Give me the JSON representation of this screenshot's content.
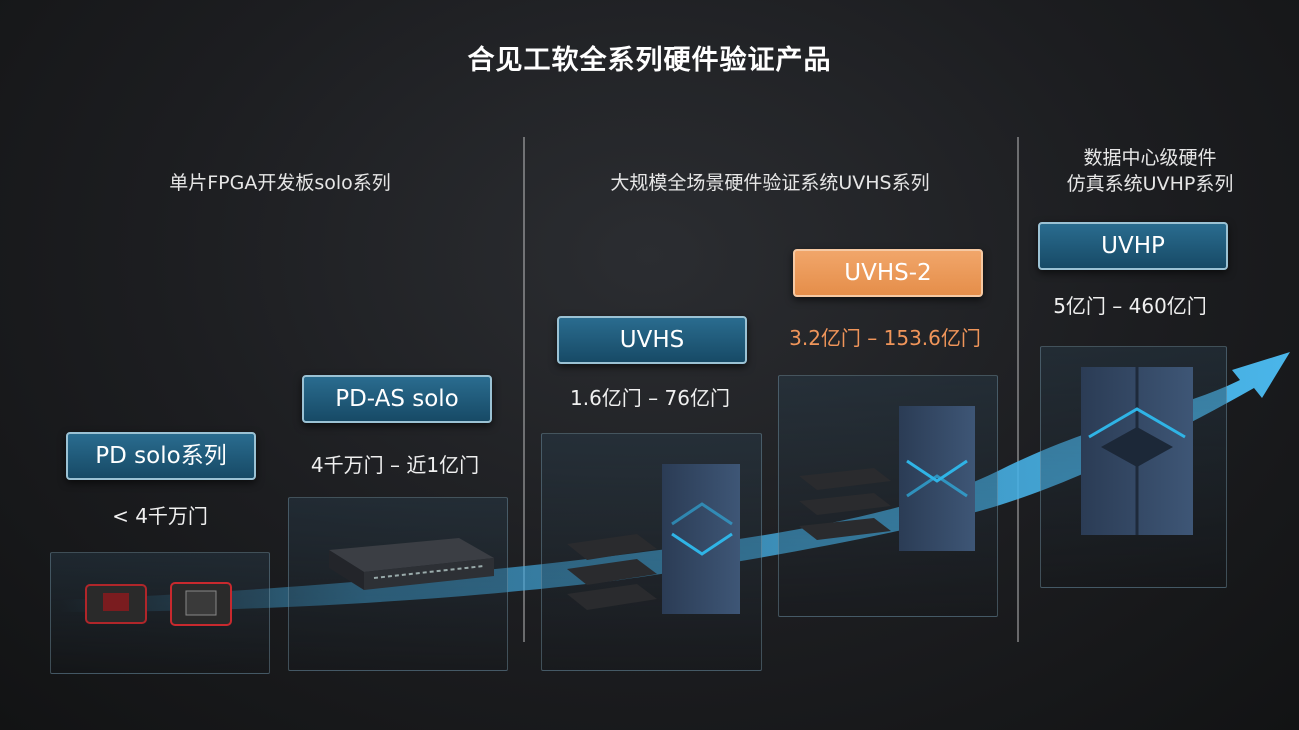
{
  "title": "合见工软全系列硬件验证产品",
  "sections": [
    {
      "label": "单片FPGA开发板solo系列"
    },
    {
      "label": "大规模全场景硬件验证系统UVHS系列"
    },
    {
      "label_line1": "数据中心级硬件",
      "label_line2": "仿真系统UVHP系列"
    }
  ],
  "products": [
    {
      "name": "PD solo系列",
      "range": "< 4千万门"
    },
    {
      "name": "PD-AS solo",
      "range": "4千万门 – 近1亿门"
    },
    {
      "name": "UVHS",
      "range": "1.6亿门 – 76亿门"
    },
    {
      "name": "UVHS-2",
      "range": "3.2亿门 – 153.6亿门"
    },
    {
      "name": "UVHP",
      "range": "5亿门 – 460亿门"
    }
  ],
  "colors": {
    "badge_blue": "#1f5c7d",
    "badge_orange": "#ec9a5a",
    "accent_arrow": "#3fa6dc"
  },
  "icons": [
    "fpga-board-icon",
    "rack-server-icon",
    "trend-arrow-icon"
  ]
}
